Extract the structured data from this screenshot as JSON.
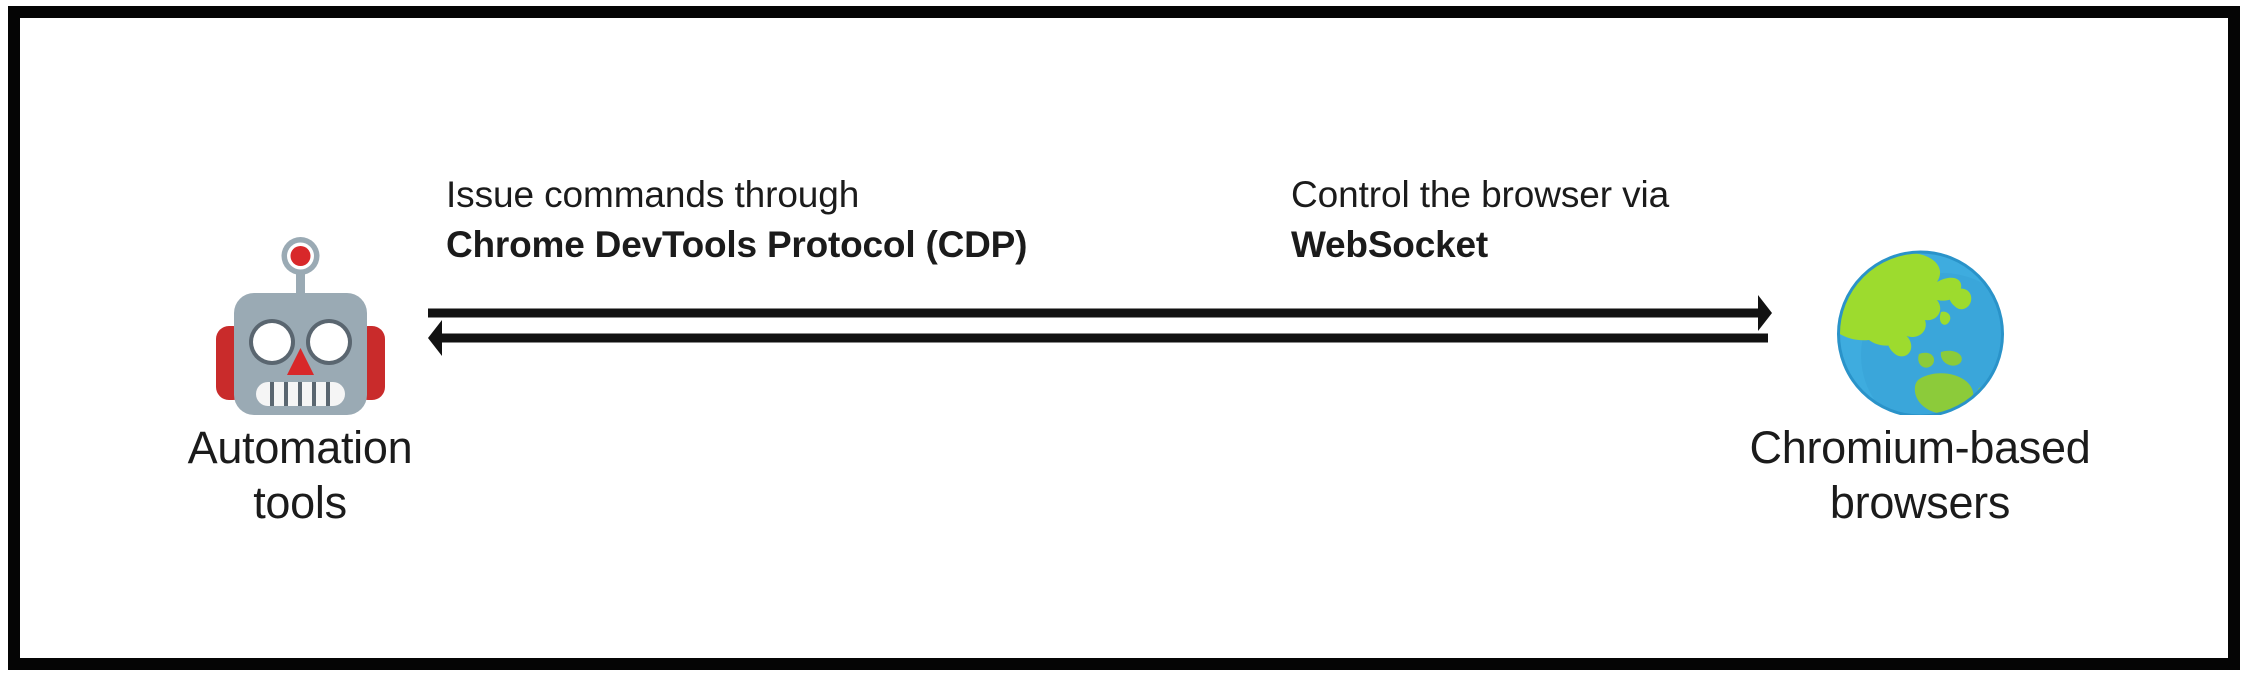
{
  "diagram": {
    "title": "Automation tools control Chromium-based browsers via CDP over WebSocket",
    "frame_color": "#050505",
    "background_color": "#ffffff",
    "text_color": "#1b1b1b"
  },
  "nodes": [
    {
      "id": "automation-tools",
      "icon": "robot-icon",
      "caption_line1": "Automation",
      "caption_line2": "tools",
      "icon_colors": {
        "head": "#9aaab4",
        "ear": "#c92b2b",
        "antenna_bulb": "#d8282a",
        "eye": "#ffffff",
        "eye_outline": "#5a6670",
        "nose": "#d8282a",
        "teeth": "#f5f5f5"
      }
    },
    {
      "id": "chromium-browsers",
      "icon": "globe-earth-asia-icon",
      "caption_line1": "Chromium-based",
      "caption_line2": "browsers",
      "icon_colors": {
        "ocean": "#3eacdf",
        "ocean_dark": "#2a93c9",
        "land_green": "#9ddb2e",
        "land_green_dark": "#77c43a"
      }
    }
  ],
  "connections": [
    {
      "id": "commands-arrow",
      "direction": "left-to-right",
      "label_line1": "Issue commands through",
      "label_line2": "Chrome DevTools Protocol (CDP)",
      "label_line2_bold": true,
      "color": "#121212"
    },
    {
      "id": "control-arrow",
      "direction": "right-to-left",
      "label_line1": "Control the browser via",
      "label_line2": "WebSocket",
      "label_line2_bold": true,
      "color": "#121212"
    }
  ]
}
